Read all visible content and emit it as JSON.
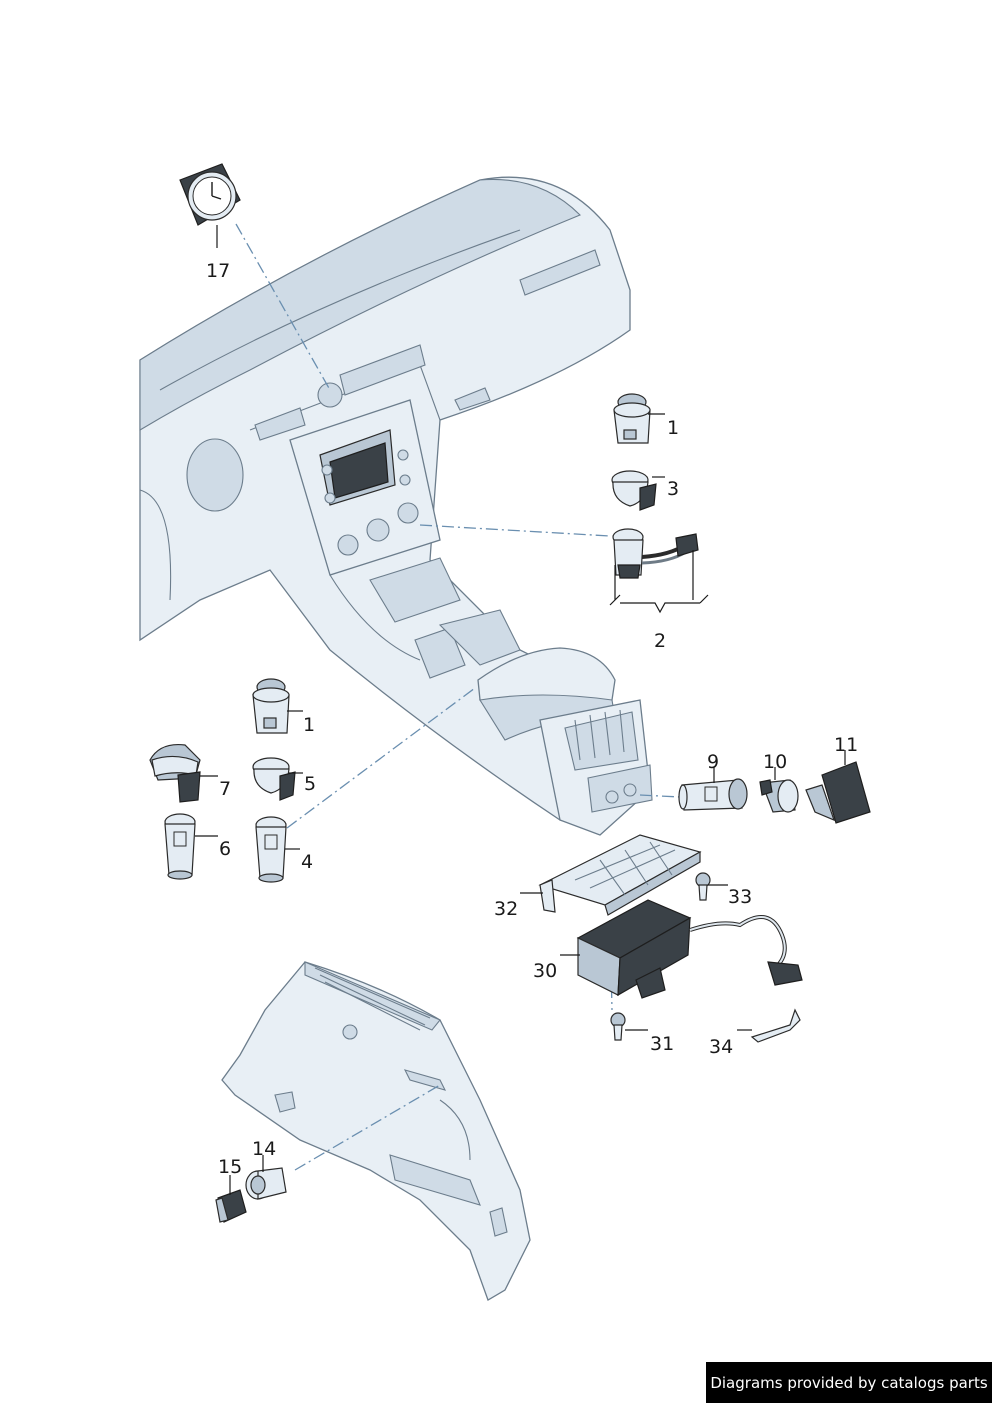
{
  "callouts": {
    "c1a": "1",
    "c3": "3",
    "c2": "2",
    "c17": "17",
    "c1b": "1",
    "c5": "5",
    "c7": "7",
    "c6": "6",
    "c4": "4",
    "c9": "9",
    "c10": "10",
    "c11": "11",
    "c32": "32",
    "c33": "33",
    "c30": "30",
    "c31": "31",
    "c34": "34",
    "c14": "14",
    "c15": "15"
  },
  "watermark": "Diagrams provided by catalogs parts"
}
